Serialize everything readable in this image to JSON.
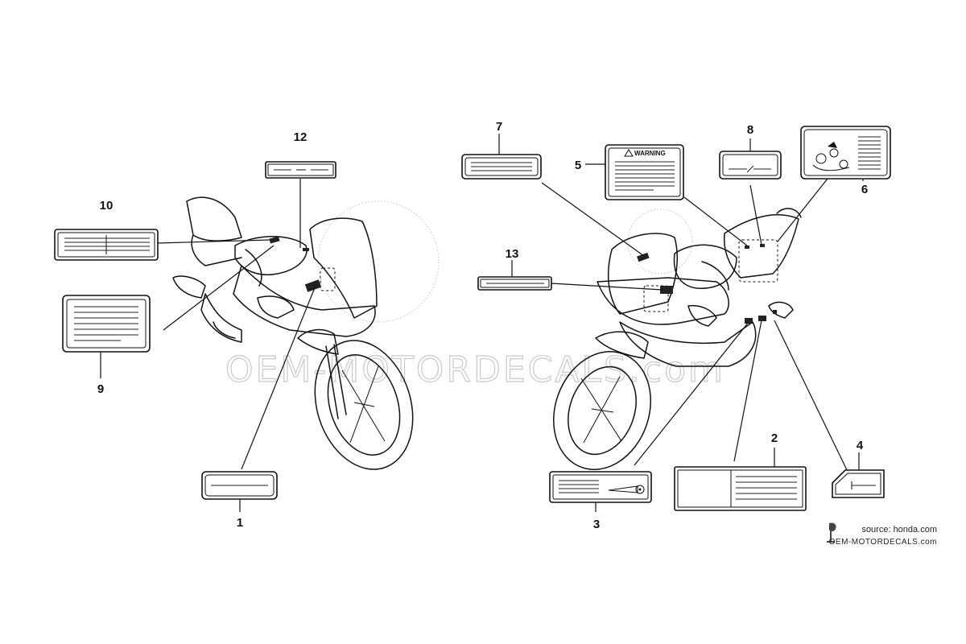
{
  "watermark": "OEM-MOTORDECALS.com",
  "warning_heading": "WARNING",
  "callouts": {
    "c1": "1",
    "c2": "2",
    "c3": "3",
    "c4": "4",
    "c5": "5",
    "c6": "6",
    "c7": "7",
    "c8": "8",
    "c9": "9",
    "c10": "10",
    "c12": "12",
    "c13": "13"
  },
  "source": {
    "line1": "source: honda.com",
    "line2": "OEM-MOTORDECALS.com"
  }
}
